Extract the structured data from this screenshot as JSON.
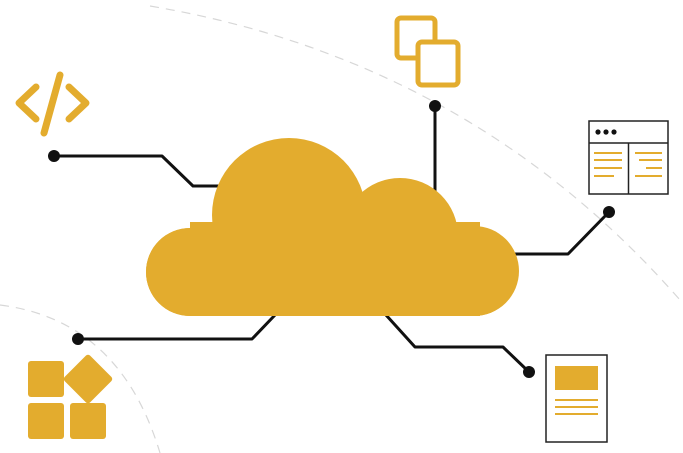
{
  "diagram": {
    "colors": {
      "accent": "#e3ac2e",
      "line": "#111111",
      "dashed_arc": "#d7d7d7",
      "panel_border": "#222222",
      "background": "#ffffff"
    },
    "central_node": {
      "icon": "cloud-icon"
    },
    "satellites": [
      {
        "id": "code",
        "icon": "code-brackets-icon"
      },
      {
        "id": "copy",
        "icon": "copy-squares-icon"
      },
      {
        "id": "browser",
        "icon": "browser-window-icon"
      },
      {
        "id": "apps",
        "icon": "app-grid-icon"
      },
      {
        "id": "document",
        "icon": "document-icon"
      }
    ]
  }
}
